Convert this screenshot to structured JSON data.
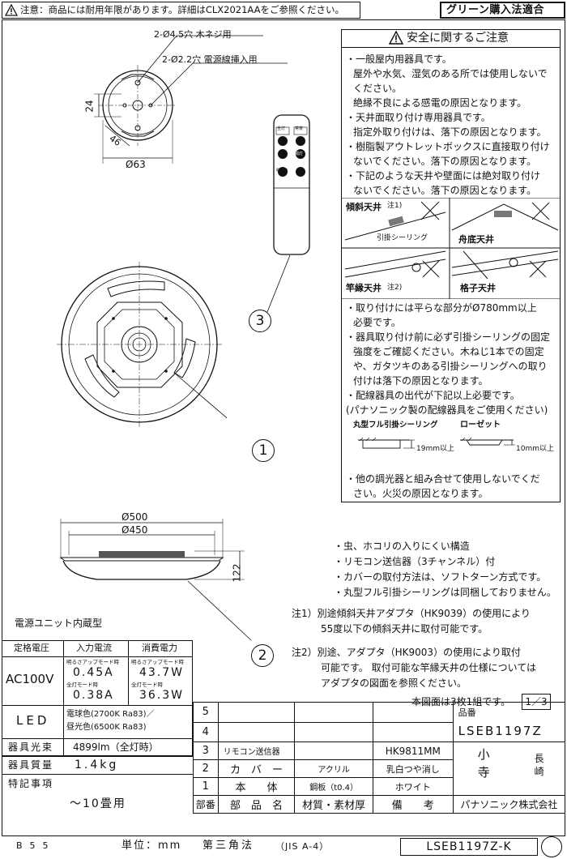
{
  "header": {
    "notice": "注意：商品には耐用年限があります。詳細はCLX2021AAをご参照ください。",
    "green_badge": "グリーン購入法適合"
  },
  "top_view": {
    "hole1": "2-Ø4.5穴 木ネジ用",
    "hole2": "2-Ø2.2穴 電源線挿入用",
    "dim_24": "24",
    "dim_46": "46",
    "dim_63": "Ø63"
  },
  "safety": {
    "title": "安全に関するご注意",
    "items1": [
      "・一般屋内用器具です。",
      "屋外や水気、湿気のある所では使用しないで",
      "ください。",
      "絶縁不良による感電の原因となります。",
      "・天井面取り付け専用器具です。",
      "指定外取り付けは、落下の原因となります。",
      "・樹脂製アウトレットボックスに直接取り付け",
      "ないでください。落下の原因となります。",
      "・下記のような天井や壁面には絶対取り付け",
      "ないでください。落下の原因となります。"
    ],
    "ceiling_labels": {
      "slant": "傾斜天井",
      "slant_note": "注1)",
      "hook": "引掛シーリング",
      "boat": "舟底天井",
      "beam": "竿縁天井",
      "beam_note": "注2)",
      "grid": "格子天井"
    },
    "items2": [
      "・取り付けには平らな部分がØ780mm以上",
      "必要です。",
      "・器具取り付け前に必ず引掛シーリングの固定",
      "強度をご確認ください。木ねじ1本での固定",
      "や、ガタツキのある引掛シーリングへの取り",
      "付けは落下の原因となります。",
      "・配線器具の出代が下記以上必要です。",
      "(パナソニック製の配線器具をご使用ください)"
    ],
    "ceiling_label1": "丸型フル引掛シーリング",
    "ceiling_label2": "ローゼット",
    "dim1": "19mm以上",
    "dim2": "10mm以上",
    "items3": [
      "・他の調光器と組み合せて使用しないでくだ",
      "さい。火災の原因となります。"
    ]
  },
  "remote": {
    "buttons": [
      "全灯",
      "常夜",
      "明るさ",
      "消灯",
      "明るく",
      "暗く"
    ]
  },
  "callouts": {
    "c1": "1",
    "c2": "2",
    "c3": "3"
  },
  "side_view": {
    "d500": "Ø500",
    "d450": "Ø450",
    "h122": "122"
  },
  "features": [
    "・虫、ホコリの入りにくい構造",
    "・リモコン送信器（3チャンネル）付",
    "・カバーの取付方法は、ソフトターン方式です。",
    "・丸型フル引掛シーリングは同梱しておりません。"
  ],
  "notes": {
    "n1_line1": "注1）別途傾斜天井アダプタ（HK9039）の使用により",
    "n1_line2": "55度以下の傾斜天井に取付可能です。",
    "n2_line1": "注2）別途、アダプタ（HK9003）の使用により取付",
    "n2_line2": "可能です。 取付可能な竿縁天井の仕様については",
    "n2_line3": "アダプタの図面を参照ください。",
    "set_note": "本図面は3枚1組です。",
    "page_no": "1／3"
  },
  "specs": {
    "power_unit": "電源ユニット内蔵型",
    "h_voltage": "定格電圧",
    "h_current": "入力電流",
    "h_power": "消費電力",
    "voltage": "AC100V",
    "mode_bright": "明るさアップモード時",
    "mode_full": "全灯モード時",
    "cur1": "0.45A",
    "cur2": "0.38A",
    "pow1": "43.7W",
    "pow2": "36.3W",
    "light_label": "LED",
    "light_val1": "電球色(2700K Ra83)／",
    "light_val2": "昼光色(6500K Ra83)",
    "flux_label": "器具光束",
    "flux_val": "4899lm（全灯時）",
    "mass_label": "器具質量",
    "mass_val": "1.4kg",
    "special_label": "特記事項",
    "special_val": "～10畳用"
  },
  "parts": {
    "rows": [
      {
        "no": "5",
        "name": "",
        "material": "",
        "note": ""
      },
      {
        "no": "4",
        "name": "",
        "material": "",
        "note": ""
      },
      {
        "no": "3",
        "name": "リモコン送信器",
        "material": "",
        "note": "HK9811MM"
      },
      {
        "no": "2",
        "name": "カ　バ　ー",
        "material": "アクリル",
        "note": "乳白つや消し"
      },
      {
        "no": "1",
        "name": "本　　体",
        "material": "鋼板（t0.4）",
        "note": "ホワイト"
      }
    ],
    "h_no": "部番",
    "h_name": "部　品　名",
    "h_material": "材質・素材厚",
    "h_note": "備　　考",
    "product_label": "品番",
    "product_no": "LSEB1197Z",
    "sign1": "小",
    "sign2": "寺",
    "sign3": "長",
    "sign4": "崎",
    "company": "パナソニック株式会社"
  },
  "footer": {
    "code": "B55",
    "unit": "単位：mm",
    "angle": "第三角法",
    "jis": "（JIS A-4）",
    "drawing_no": "LSEB1197Z-K"
  }
}
